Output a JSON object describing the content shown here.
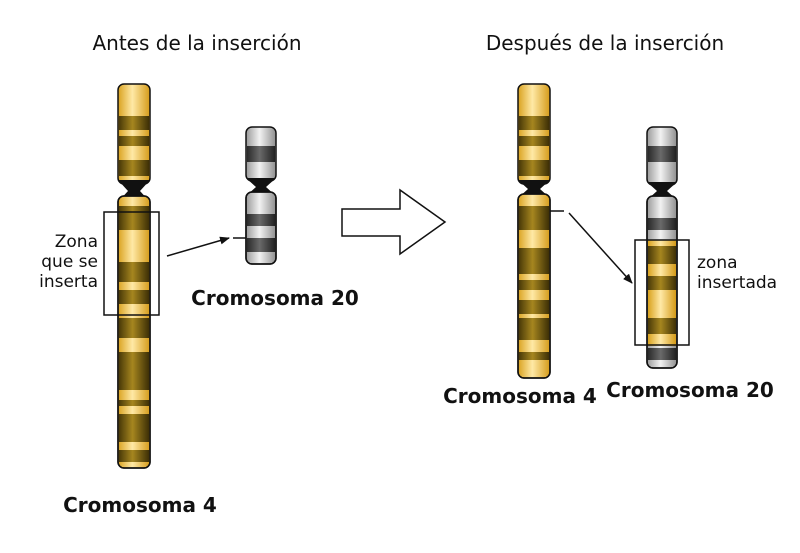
{
  "before": {
    "title": "Antes de la inserción",
    "zone_label_lines": [
      "Zona",
      "que se",
      "inserta"
    ],
    "chrom4_label": "Cromosoma 4",
    "chrom20_label": "Cromosoma 20"
  },
  "after": {
    "title": "Después de la inserción",
    "zone_label_lines": [
      "zona",
      "insertada"
    ],
    "chrom4_label": "Cromosoma 4",
    "chrom20_label": "Cromosoma 20"
  },
  "colors": {
    "gold_chromosome": "#f5c54a",
    "gold_band": "#5a4a10",
    "gray_chromosome": "#cfcfcf",
    "gray_band": "#3a3a3a",
    "outline": "#111111"
  }
}
